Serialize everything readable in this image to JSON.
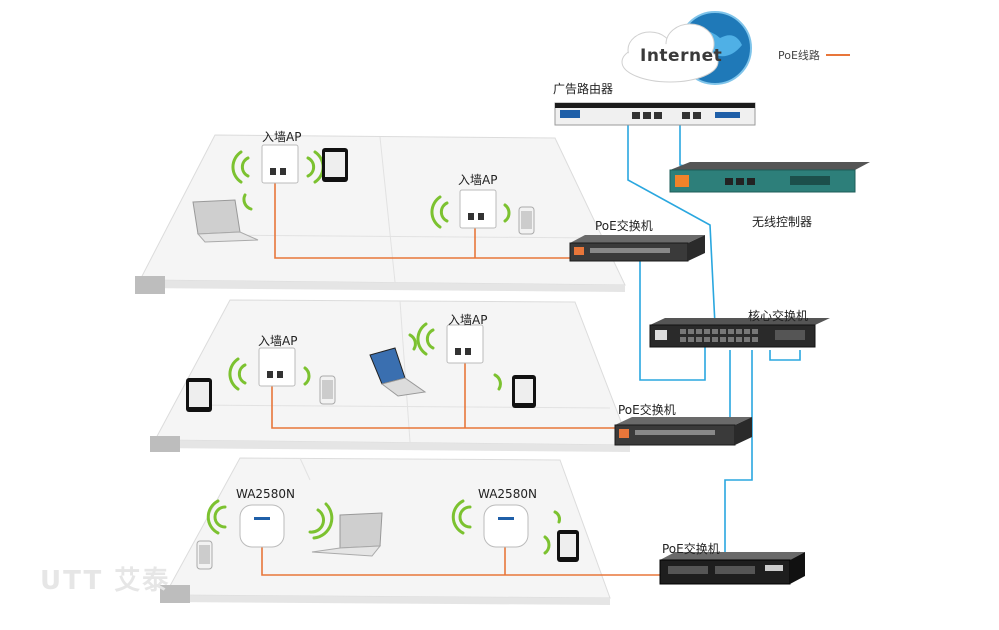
{
  "legend": {
    "poe_line": "PoE线路",
    "color": "#e8763a"
  },
  "colors": {
    "poe": "#e8763a",
    "uplink": "#2aa7df",
    "floor": "#f4f4f4"
  },
  "internet": {
    "label": "Internet"
  },
  "devices": {
    "ad_router": "广告路由器",
    "wireless_controller": "无线控制器",
    "core_switch": "核心交换机",
    "poe_switch_1": "PoE交换机",
    "poe_switch_2": "PoE交换机",
    "poe_switch_3": "PoE交换机"
  },
  "floors": [
    {
      "aps": [
        "入墙AP",
        "入墙AP"
      ]
    },
    {
      "aps": [
        "入墙AP",
        "入墙AP"
      ]
    },
    {
      "aps": [
        "WA2580N",
        "WA2580N"
      ]
    }
  ],
  "brand": "UTT 艾泰"
}
